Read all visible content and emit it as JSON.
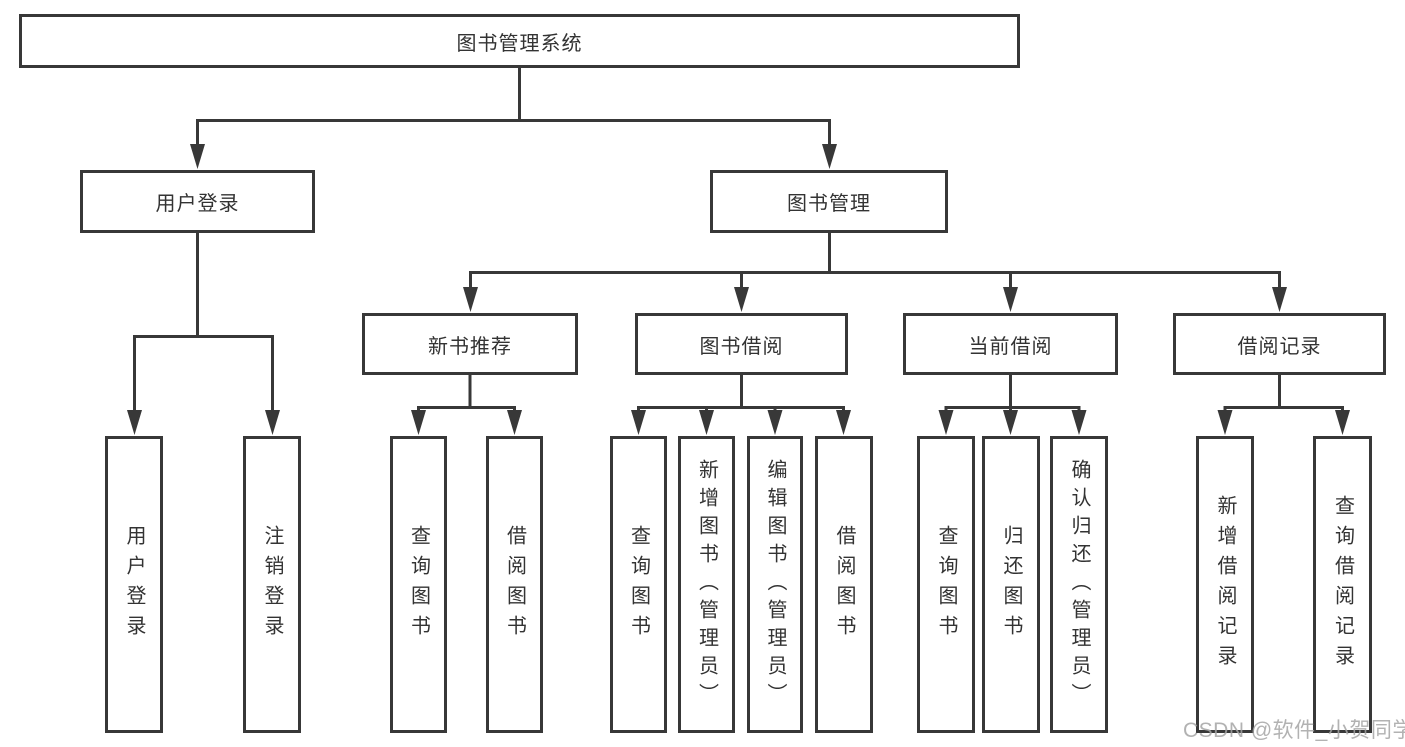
{
  "tree": {
    "label": "图书管理系统",
    "children": [
      {
        "label": "用户登录",
        "children": [
          {
            "label": "用户登录"
          },
          {
            "label": "注销登录"
          }
        ]
      },
      {
        "label": "图书管理",
        "children": [
          {
            "label": "新书推荐",
            "children": [
              {
                "label": "查询图书"
              },
              {
                "label": "借阅图书"
              }
            ]
          },
          {
            "label": "图书借阅",
            "children": [
              {
                "label": "查询图书"
              },
              {
                "label": "新增图书（管理员）"
              },
              {
                "label": "编辑图书（管理员）"
              },
              {
                "label": "借阅图书"
              }
            ]
          },
          {
            "label": "当前借阅",
            "children": [
              {
                "label": "查询图书"
              },
              {
                "label": "归还图书"
              },
              {
                "label": "确认归还（管理员）"
              }
            ]
          },
          {
            "label": "借阅记录",
            "children": [
              {
                "label": "新增借阅记录"
              },
              {
                "label": "查询借阅记录"
              }
            ]
          }
        ]
      }
    ]
  },
  "watermark": "CSDN @软件_小贺同学",
  "colors": {
    "line": "#383838",
    "box_border": "#383838",
    "text": "#333333",
    "background": "#ffffff",
    "watermark": "#a4a4a4"
  }
}
